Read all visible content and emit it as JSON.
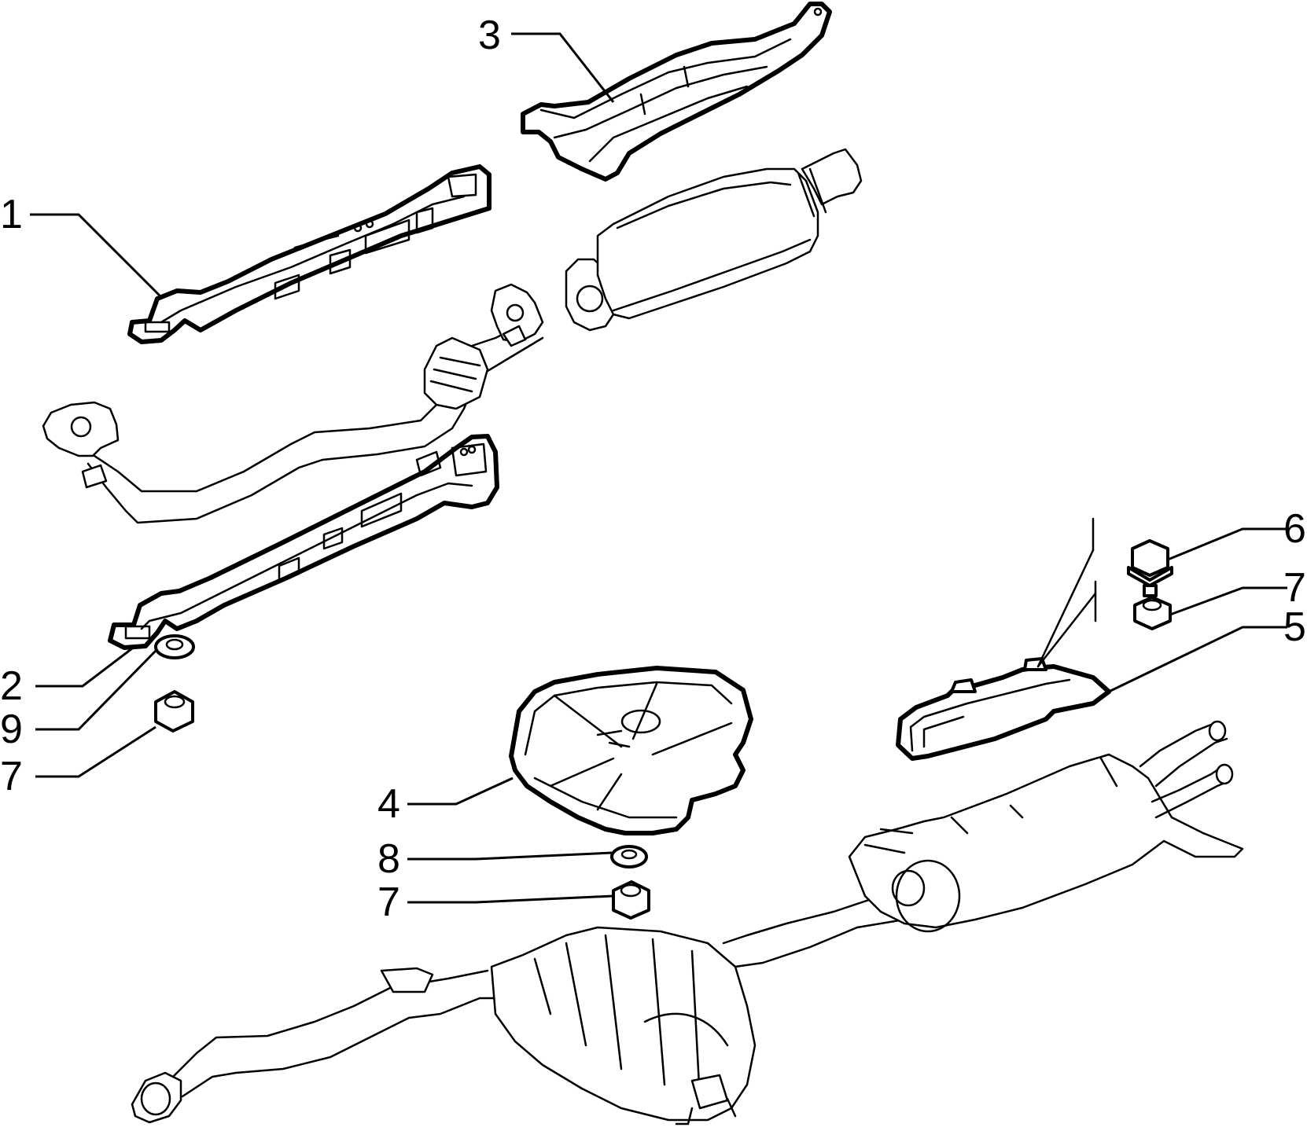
{
  "callouts": [
    {
      "id": "c1",
      "text": "1"
    },
    {
      "id": "c2",
      "text": "2"
    },
    {
      "id": "c3",
      "text": "3"
    },
    {
      "id": "c4",
      "text": "4"
    },
    {
      "id": "c5",
      "text": "5"
    },
    {
      "id": "c6",
      "text": "6"
    },
    {
      "id": "c7a",
      "text": "7"
    },
    {
      "id": "c7b",
      "text": "7"
    },
    {
      "id": "c7c",
      "text": "7"
    },
    {
      "id": "c8",
      "text": "8"
    },
    {
      "id": "c9",
      "text": "9"
    }
  ]
}
